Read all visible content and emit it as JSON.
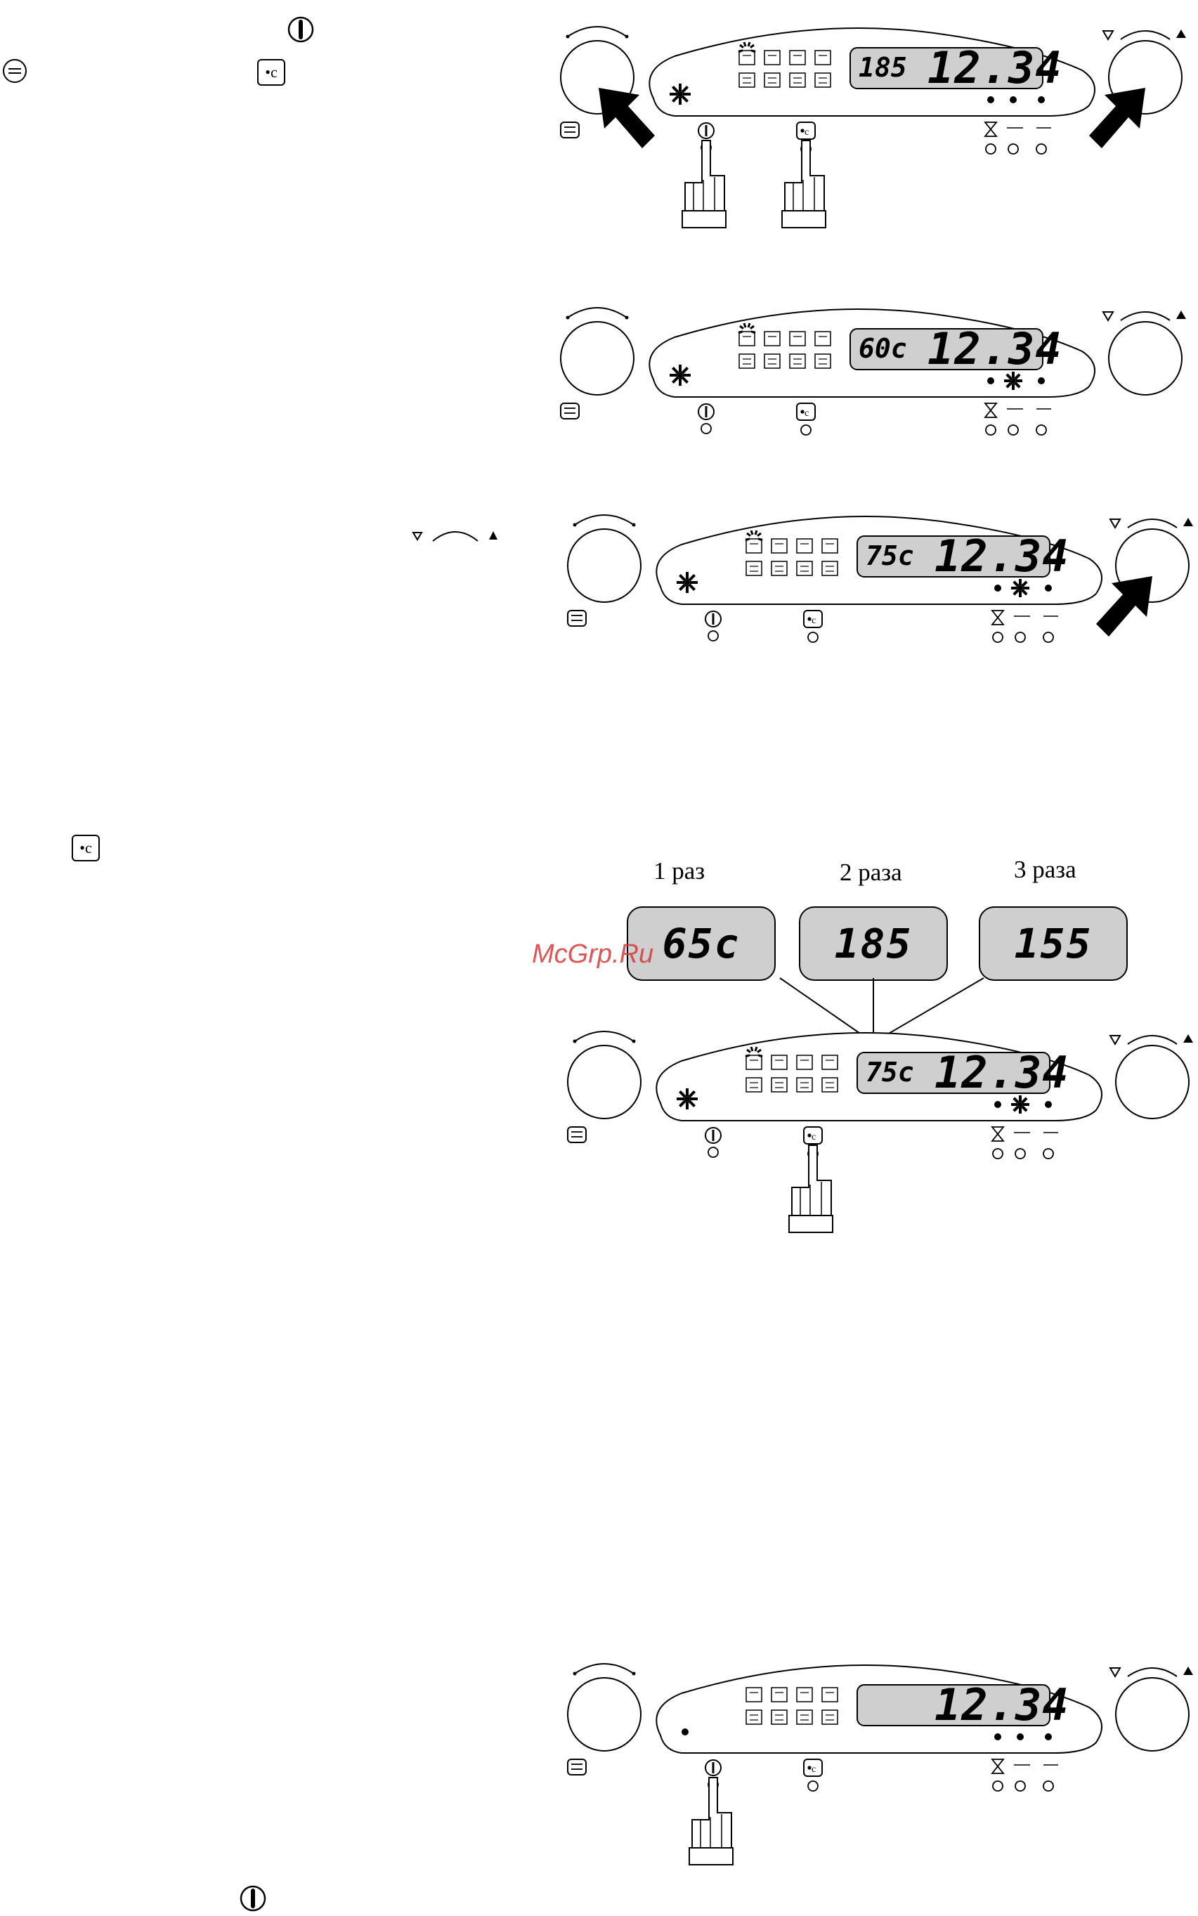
{
  "watermark": "McGrp.Ru",
  "left_icons": {
    "on_off_icon": "power-knob-icon",
    "menu_icon": "menu-lines-icon",
    "temp_key": "•c",
    "temp_key_second": "•c",
    "bottom_icon": "power-knob-icon"
  },
  "bubbles": {
    "captions": [
      "1 раз",
      "2 раза",
      "3 раза"
    ],
    "values": [
      "65c",
      "185",
      "155"
    ]
  },
  "panels": [
    {
      "temp": "185",
      "time": "12.34",
      "c_label": "•c"
    },
    {
      "temp": "60c",
      "time": "12.34",
      "c_label": "•c"
    },
    {
      "temp": "75c",
      "time": "12.34",
      "c_label": "•c"
    },
    {
      "temp": "75c",
      "time": "12.34",
      "c_label": "•c"
    },
    {
      "temp": "",
      "time": "12.34",
      "c_label": "•c"
    }
  ]
}
